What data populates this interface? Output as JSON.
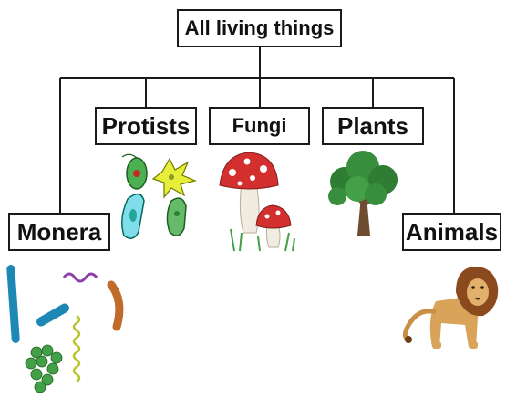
{
  "root": {
    "label": "All living things"
  },
  "groups": [
    {
      "label": "Protists",
      "icon": "protists-icon"
    },
    {
      "label": "Fungi",
      "icon": "mushroom-icon"
    },
    {
      "label": "Plants",
      "icon": "tree-icon"
    },
    {
      "label": "Monera",
      "icon": "bacteria-icon"
    },
    {
      "label": "Animals",
      "icon": "lion-icon"
    }
  ],
  "colors": {
    "line": "#1a1a1a",
    "box_border": "#1a1a1a"
  }
}
